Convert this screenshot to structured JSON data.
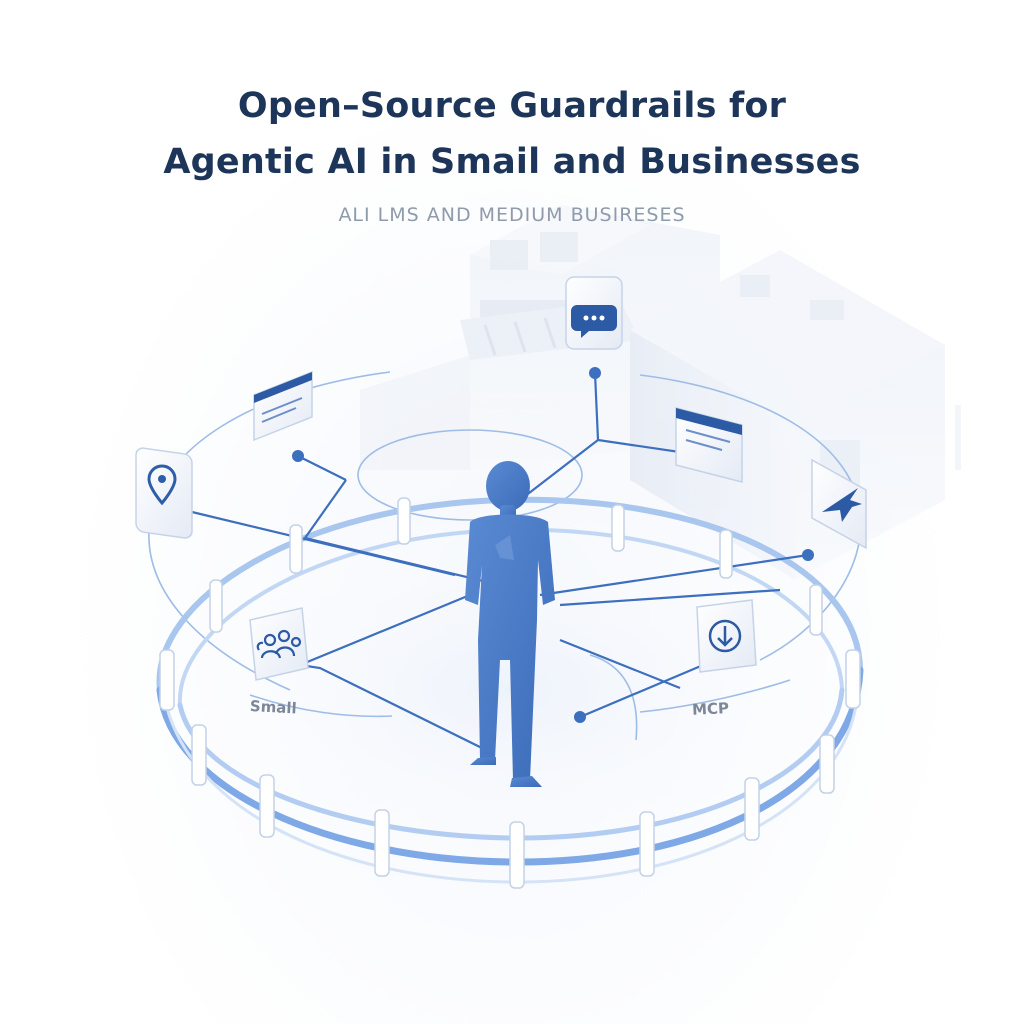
{
  "header": {
    "title_line1": "Open–Source Guardrails for",
    "title_line2": "Agentic AI in Smail and Businesses",
    "subtitle": "ALI LMS AND MEDIUM BUSIRESES"
  },
  "diagram": {
    "labels": {
      "small": "Small",
      "mcp": "MCP"
    },
    "icons": {
      "location": "map-pin-icon",
      "browser_left": "browser-window-icon",
      "chat": "chat-bubble-icon",
      "browser_right": "browser-window-icon",
      "aircraft": "airplane-icon",
      "team": "team-icon",
      "download": "download-icon"
    }
  },
  "colors": {
    "title": "#1c3559",
    "subtitle": "#8f9aab",
    "accent": "#3d6fbf",
    "figure": "#4a7dc8",
    "rail": "#8fb4e8",
    "building": "#e8edf6"
  }
}
